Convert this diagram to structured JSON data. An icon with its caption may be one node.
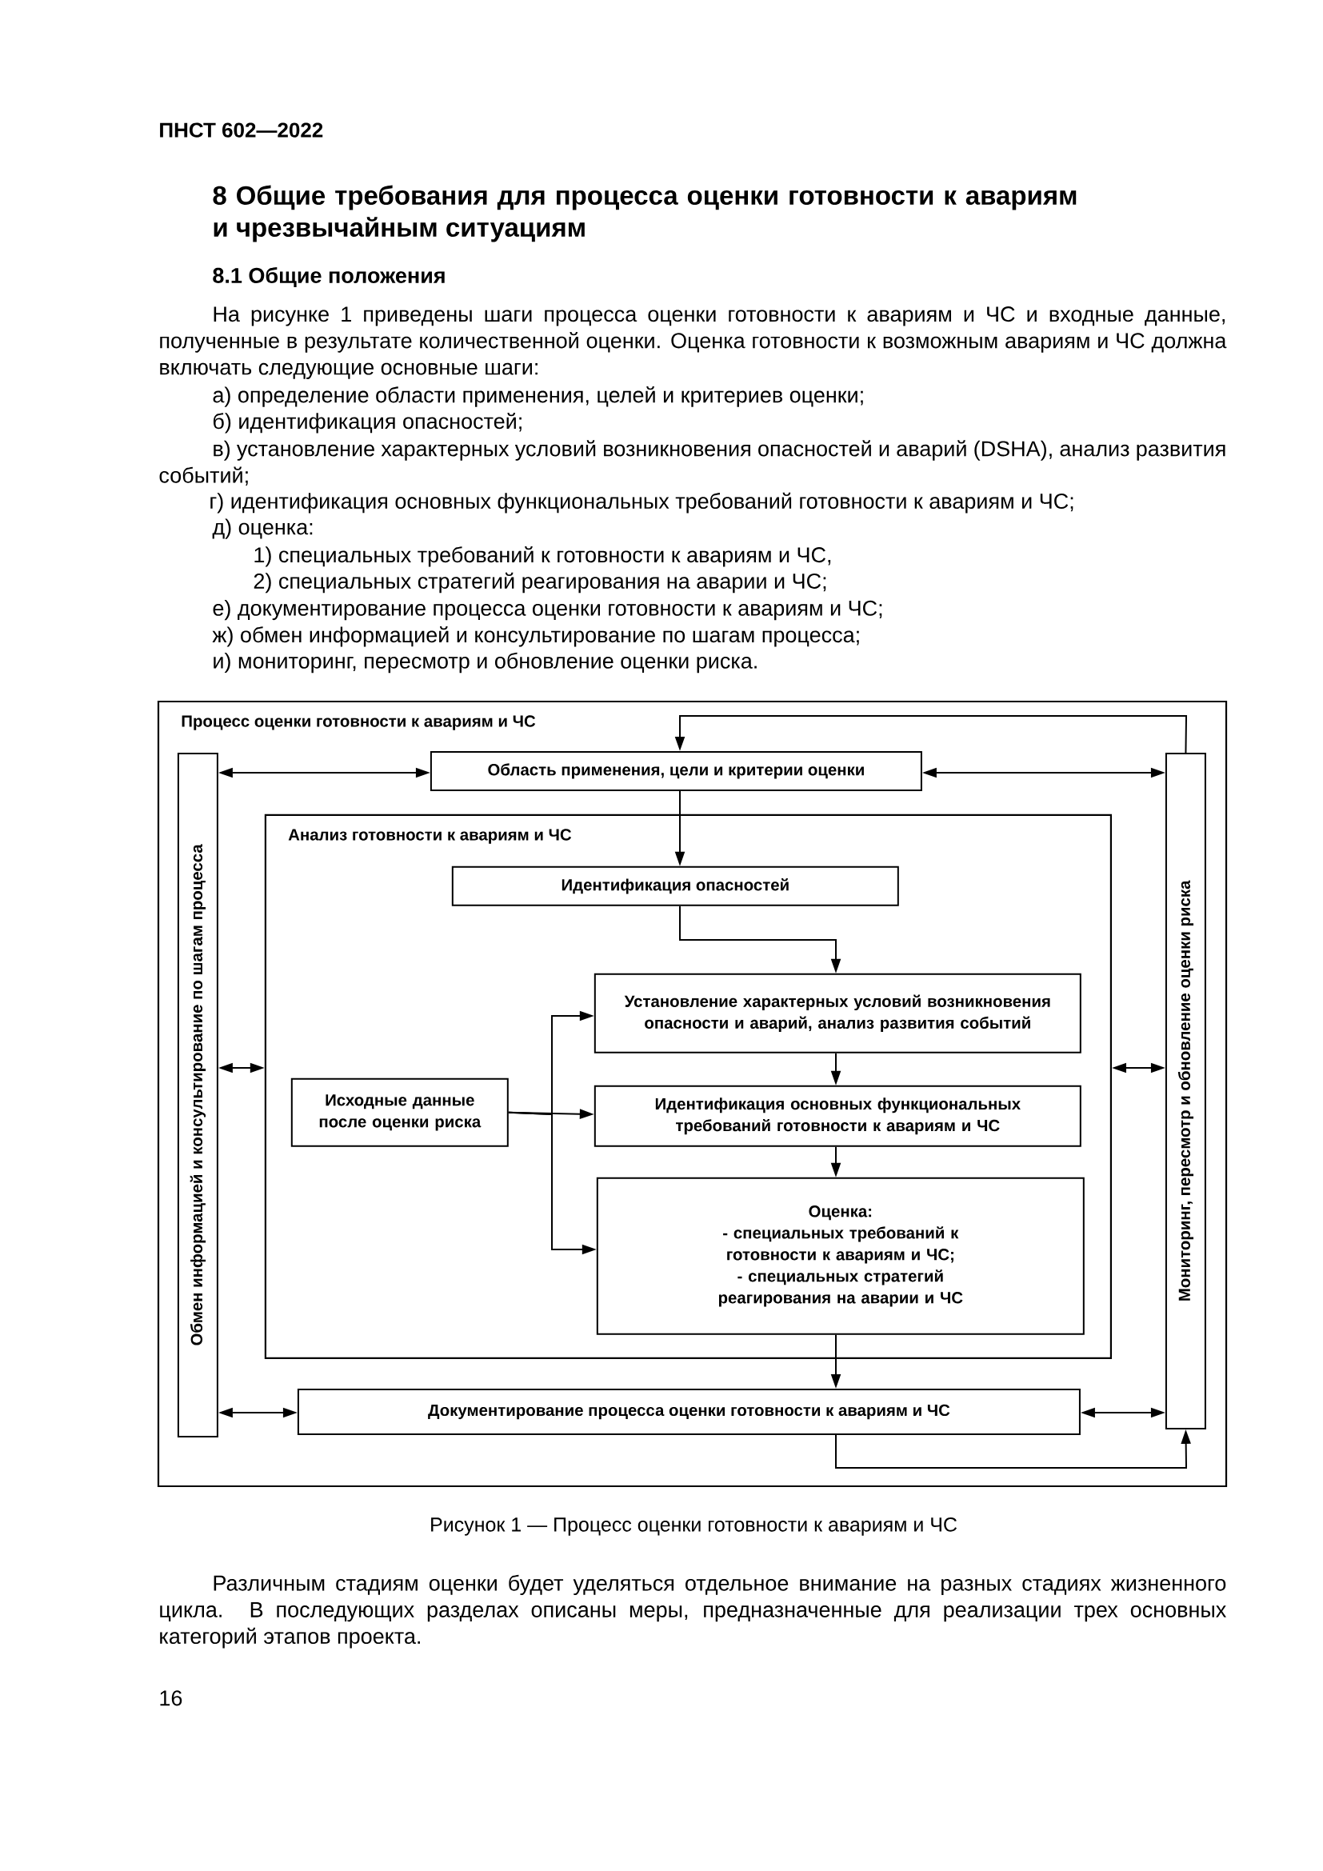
{
  "diagram": {
    "caption": "Рисунок 1 — Процесс оценки готовности к авариям и ЧС",
    "nodes": [
      {
        "text": [
          "Процесс оценки готовности к авариям и ЧС"
        ]
      },
      {
        "text": [
          "Обмен информацией и консультирование по шагам процесса"
        ],
        "in": 0
      },
      {
        "text": [
          "Мониторинг, пересмотр и обновление оценки риска"
        ],
        "in": 0
      },
      {
        "text": [
          "Область применения, цели и критерии оценки"
        ],
        "in": 0
      },
      {
        "text": [
          "Анализ готовности к авариям и ЧС"
        ],
        "in": 0
      },
      {
        "text": [
          "Идентификация опасностей"
        ],
        "in": 4
      },
      {
        "text": [
          "Установление характерных условий возникновения опасности и аварий, анализ развития событий"
        ],
        "in": 4
      },
      {
        "text": [
          "Исходные данные после оценки риска"
        ],
        "in": 4
      },
      {
        "text": [
          "Идентификация основных функциональных требований готовности к авариям и ЧС"
        ],
        "in": 4
      },
      {
        "text": [
          "Оценка:",
          "- специальных требований к готовности к авариям и ЧС;",
          "- специальных стратегий реагирования на аварии и ЧС"
        ],
        "in": 4
      },
      {
        "text": [
          "Документирование процесса оценки готовности к авариям и ЧС"
        ],
        "in": 0
      }
    ],
    "edges": [
      {
        "from": 1,
        "to": 3,
        "arrow": "both"
      },
      {
        "from": 3,
        "to": 2,
        "arrow": "both"
      },
      {
        "from": 1,
        "to": 4,
        "arrow": "both"
      },
      {
        "from": 4,
        "to": 2,
        "arrow": "both"
      },
      {
        "from": 1,
        "to": 10,
        "arrow": "both"
      },
      {
        "from": 10,
        "to": 2,
        "arrow": "both"
      },
      {
        "from": 2,
        "to": 3,
        "arrow": "to"
      },
      {
        "from": 3,
        "to": 5,
        "arrow": "to"
      },
      {
        "from": 5,
        "to": 6,
        "arrow": "to"
      },
      {
        "from": 6,
        "to": 8,
        "arrow": "to"
      },
      {
        "from": 8,
        "to": 9,
        "arrow": "to"
      },
      {
        "from": 7,
        "to": 6,
        "arrow": "to"
      },
      {
        "from": 7,
        "to": 8,
        "arrow": "to"
      },
      {
        "from": 7,
        "to": 9,
        "arrow": "to"
      },
      {
        "from": 9,
        "to": 10,
        "arrow": "to"
      },
      {
        "from": 10,
        "to": 2,
        "arrow": "to"
      }
    ],
    "labels": [
      "ПНСТ 602—2022",
      "8 Общие требования для процесса оценки готовности к авариям и чрезвычайным ситуациям",
      "8.1 Общие положения",
      "На рисунке 1 приведены шаги процесса оценки готовности к авариям и ЧС и входные данные, полученные в результате количественной оценки. Оценка готовности к возможным авариям и ЧС должна включать следующие основные шаги:",
      "а) определение области применения, целей и критериев оценки;",
      "б) идентификация опасностей;",
      "в) установление характерных условий возникновения опасностей и аварий (DSHA), анализ развития событий;",
      "г) идентификация основных функциональных требований готовности к авариям и ЧС;",
      "д) оценка:",
      "1) специальных требований к готовности к авариям и ЧС,",
      "2) специальных стратегий реагирования на аварии и ЧС;",
      "е) документирование процесса оценки готовности к авариям и ЧС;",
      "ж) обмен информацией и консультирование по шагам процесса;",
      "и) мониторинг, пересмотр и обновление оценки риска.",
      "Различным стадиям оценки будет уделяться отдельное внимание на разных стадиях жизненного цикла. В последующих разделах описаны меры, предназначенные для реализации трех основных категорий этапов проекта.",
      "16"
    ]
  }
}
